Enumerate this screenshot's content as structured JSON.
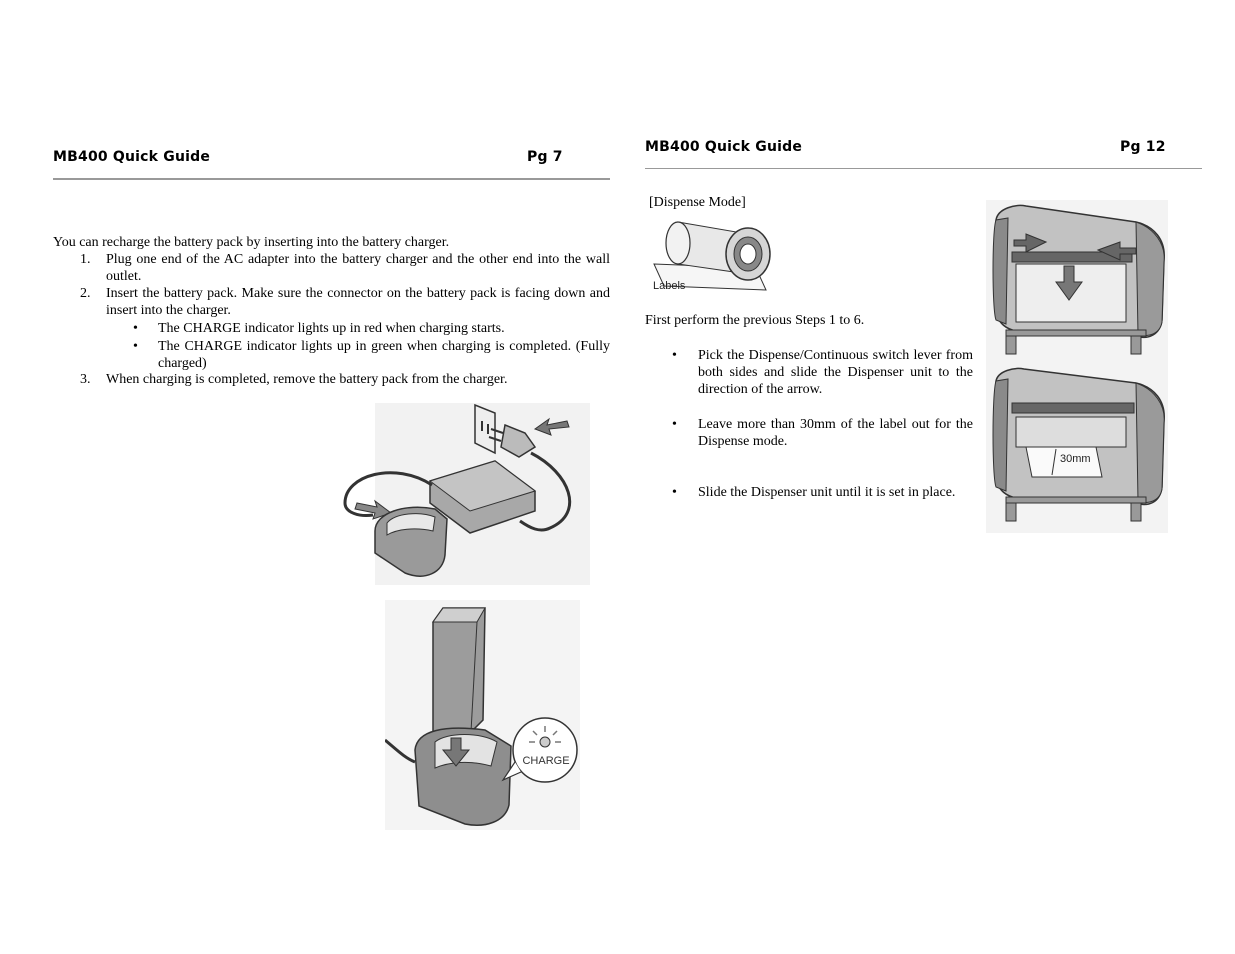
{
  "left_page": {
    "header_title": "MB400 Quick Guide",
    "header_page": "Pg 7",
    "intro": "You can recharge the battery pack by inserting into the battery charger.",
    "steps": [
      {
        "num": "1.",
        "text": "Plug one end of the AC adapter into the battery charger and the other end into the wall outlet."
      },
      {
        "num": "2.",
        "text": "Insert the battery pack.  Make sure the connector on the battery pack is facing down and insert into the charger."
      },
      {
        "num": "3.",
        "text": "When charging is completed, remove the battery pack from the charger."
      }
    ],
    "sub_bullets": [
      "The CHARGE indicator lights up in red when charging starts.",
      "The CHARGE indicator lights up in green when charging is completed. (Fully charged)"
    ],
    "charge_label": "CHARGE"
  },
  "right_page": {
    "header_title": "MB400 Quick Guide",
    "header_page": "Pg 12",
    "mode_title": "[Dispense Mode]",
    "labels_caption": "Labels",
    "first_step": "First perform the previous Steps 1 to 6.",
    "bullets": [
      "Pick the Dispense/Continuous switch lever from both sides and slide the Dispenser unit to the direction of the arrow.",
      "Leave more than 30mm of the label out for the Dispense mode.",
      "Slide the Dispenser unit until it is set in place."
    ],
    "measure_label": "30mm"
  }
}
